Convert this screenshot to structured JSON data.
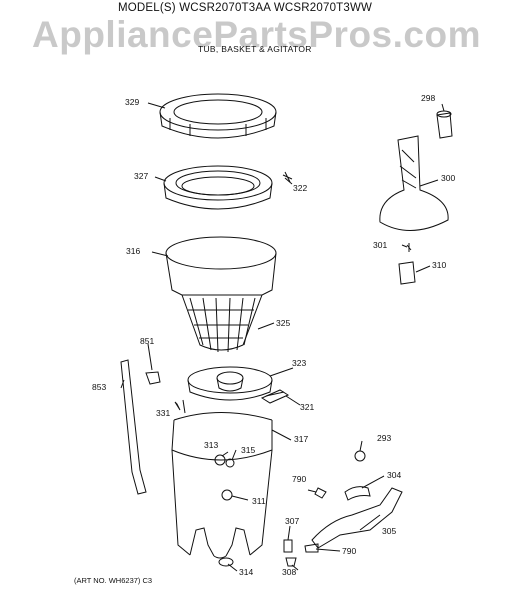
{
  "header": {
    "model_line": "MODEL(S) WCSR2070T3AA  WCSR2070T3WW",
    "section_title": "TUB, BASKET & AGITATOR",
    "watermark": "AppliancePartsPros.com"
  },
  "footer": {
    "art_number": "(ART NO. WH6237)  C3"
  },
  "callouts": {
    "c329": "329",
    "c327": "327",
    "c322": "322",
    "c316": "316",
    "c325": "325",
    "c851": "851",
    "c853": "853",
    "c323": "323",
    "c331": "331",
    "c321": "321",
    "c317": "317",
    "c313": "313",
    "c315": "315",
    "c311": "311",
    "c298": "298",
    "c300": "300",
    "c301": "301",
    "c310": "310",
    "c293": "293",
    "c304": "304",
    "c790a": "790",
    "c305": "305",
    "c307": "307",
    "c790b": "790",
    "c314": "314",
    "c308": "308"
  }
}
